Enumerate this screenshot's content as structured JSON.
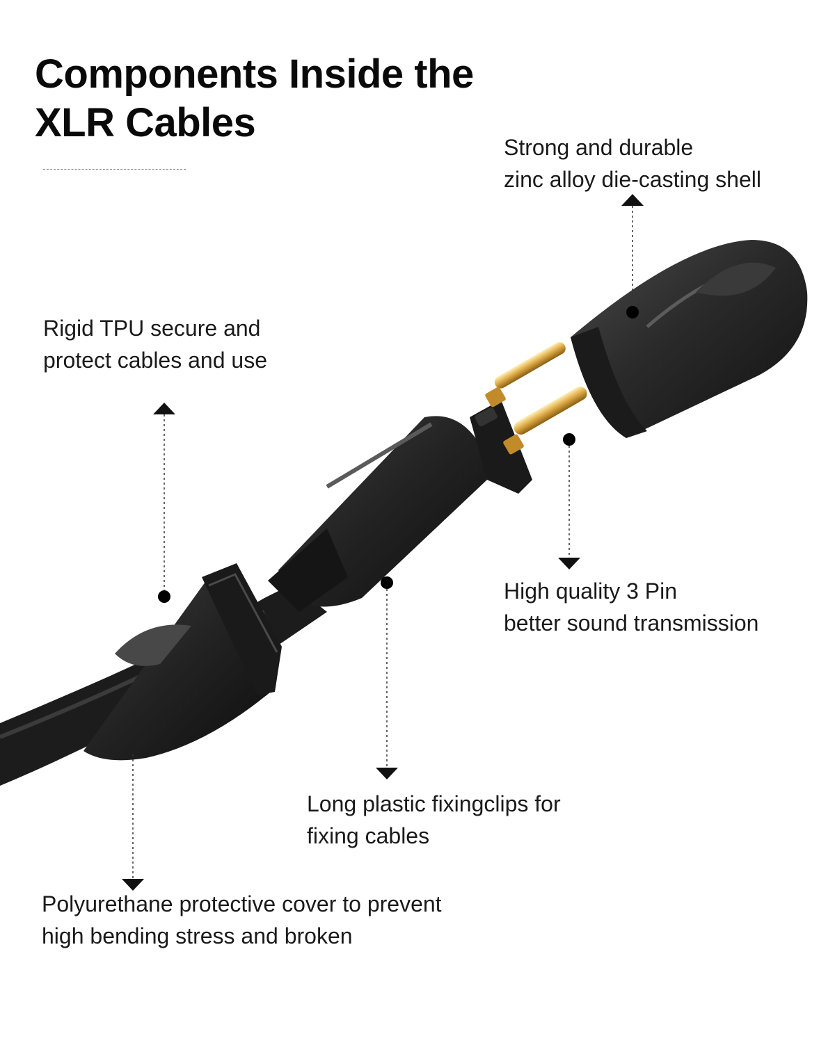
{
  "title": {
    "line1": "Components Inside the",
    "line2": "XLR Cables"
  },
  "callouts": {
    "shell": [
      "Strong and durable",
      "zinc alloy die-casting shell"
    ],
    "tpu": [
      "Rigid TPU secure and",
      "protect cables and use"
    ],
    "pin": [
      "High quality 3 Pin",
      "better sound transmission"
    ],
    "clips": [
      "Long plastic fixingclips for",
      "fixing cables"
    ],
    "cover": [
      "Polyurethane protective cover to prevent",
      "high bending stress and broken"
    ]
  },
  "colors": {
    "background": "#ffffff",
    "text": "#111111",
    "plastic": "#2b2b2b",
    "plastic_dark": "#141414",
    "gold": "#d9a441",
    "leader": "#333333"
  }
}
